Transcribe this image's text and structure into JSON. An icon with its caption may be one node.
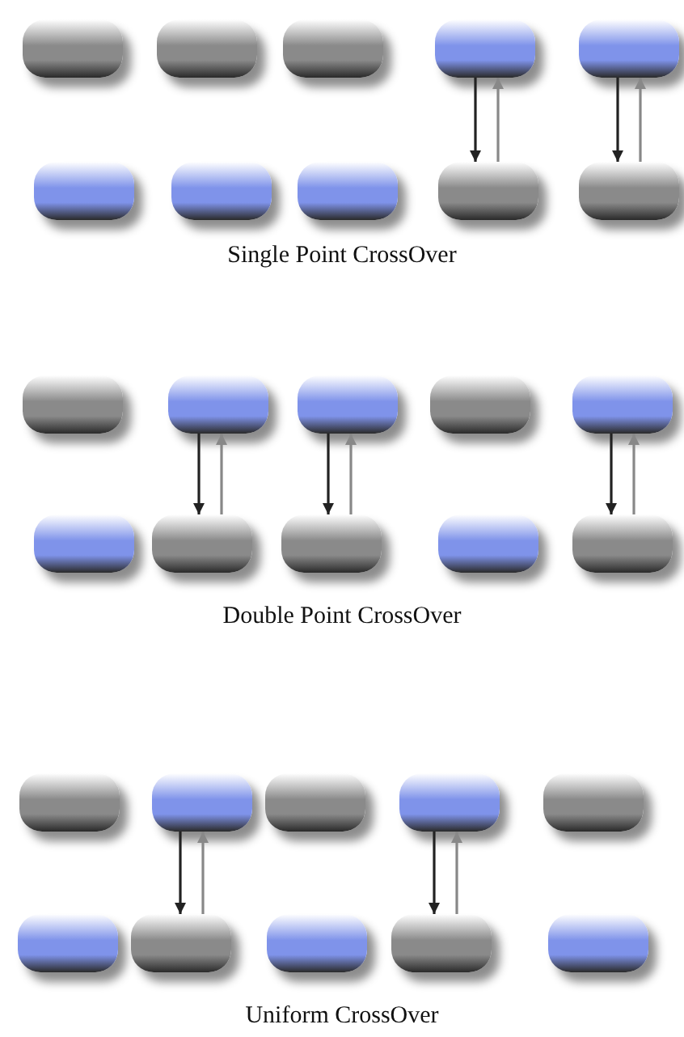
{
  "diagram": {
    "nodes": [
      {
        "text": [],
        "shape": "box"
      },
      {
        "text": [],
        "shape": "box"
      },
      {
        "text": [],
        "shape": "box"
      },
      {
        "text": [],
        "shape": "box"
      },
      {
        "text": [],
        "shape": "box"
      },
      {
        "text": [],
        "shape": "box"
      },
      {
        "text": [],
        "shape": "box"
      },
      {
        "text": [],
        "shape": "box"
      },
      {
        "text": [],
        "shape": "box"
      },
      {
        "text": [],
        "shape": "box"
      },
      {
        "text": [],
        "shape": "box"
      },
      {
        "text": [],
        "shape": "box"
      },
      {
        "text": [],
        "shape": "box"
      },
      {
        "text": [],
        "shape": "box"
      },
      {
        "text": [],
        "shape": "box"
      },
      {
        "text": [],
        "shape": "box"
      },
      {
        "text": [],
        "shape": "box"
      },
      {
        "text": [],
        "shape": "box"
      },
      {
        "text": [],
        "shape": "box"
      },
      {
        "text": [],
        "shape": "box"
      },
      {
        "text": [],
        "shape": "box"
      },
      {
        "text": [],
        "shape": "box"
      },
      {
        "text": [],
        "shape": "box"
      },
      {
        "text": [],
        "shape": "box"
      },
      {
        "text": [],
        "shape": "box"
      },
      {
        "text": [],
        "shape": "box"
      },
      {
        "text": [],
        "shape": "box"
      },
      {
        "text": [],
        "shape": "box"
      },
      {
        "text": [],
        "shape": "box"
      },
      {
        "text": [],
        "shape": "box"
      }
    ],
    "edges": [
      {
        "from": 3,
        "to": 8,
        "arrow": "to"
      },
      {
        "from": 8,
        "to": 3,
        "arrow": "to",
        "color": "#888888"
      },
      {
        "from": 4,
        "to": 9,
        "arrow": "to"
      },
      {
        "from": 9,
        "to": 4,
        "arrow": "to",
        "color": "#888888"
      },
      {
        "from": 11,
        "to": 16,
        "arrow": "to"
      },
      {
        "from": 16,
        "to": 11,
        "arrow": "to",
        "color": "#888888"
      },
      {
        "from": 12,
        "to": 17,
        "arrow": "to"
      },
      {
        "from": 17,
        "to": 12,
        "arrow": "to",
        "color": "#888888"
      },
      {
        "from": 14,
        "to": 19,
        "arrow": "to"
      },
      {
        "from": 19,
        "to": 14,
        "arrow": "to",
        "color": "#888888"
      },
      {
        "from": 21,
        "to": 26,
        "arrow": "to"
      },
      {
        "from": 26,
        "to": 21,
        "arrow": "to",
        "color": "#888888"
      },
      {
        "from": 23,
        "to": 28,
        "arrow": "to"
      },
      {
        "from": 28,
        "to": 23,
        "arrow": "to",
        "color": "#888888"
      }
    ],
    "labels": [
      "Single Point CrossOver",
      "Double Point CrossOver",
      "Uniform CrossOver"
    ]
  }
}
